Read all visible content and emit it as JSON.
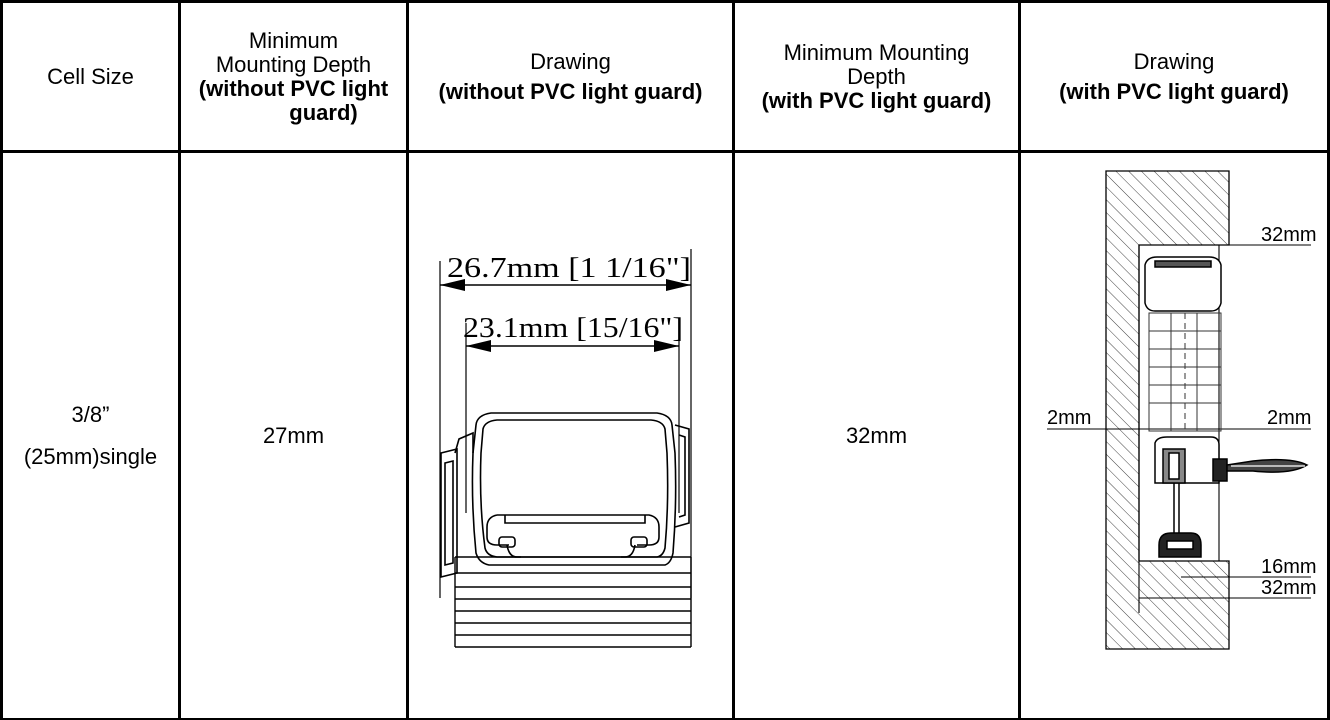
{
  "table": {
    "headers": {
      "cell_size": "Cell Size",
      "min_depth_without": {
        "line1": "Minimum",
        "line2": "Mounting Depth",
        "bold1": "(without PVC light",
        "bold2": "guard)"
      },
      "drawing_without": {
        "line1": "Drawing",
        "bold1": "(without PVC light guard)"
      },
      "min_depth_with": {
        "line1": "Minimum Mounting",
        "line2": "Depth",
        "bold1": "(with PVC light guard)"
      },
      "drawing_with": {
        "line1": "Drawing",
        "bold1": "(with PVC light guard)"
      }
    },
    "row": {
      "cell_size_line1": "3/8”",
      "cell_size_line2": "(25mm)single",
      "min_depth_without": "27mm",
      "min_depth_with": "32mm"
    }
  },
  "drawing_without": {
    "outer_dimension": "26.7mm [1 1/16\"]",
    "inner_dimension": "23.1mm [15/16\"]"
  },
  "drawing_with": {
    "top_label": "32mm",
    "left_label": "2mm",
    "right_label": "2mm",
    "lower_label": "16mm",
    "bottom_label": "32mm"
  }
}
